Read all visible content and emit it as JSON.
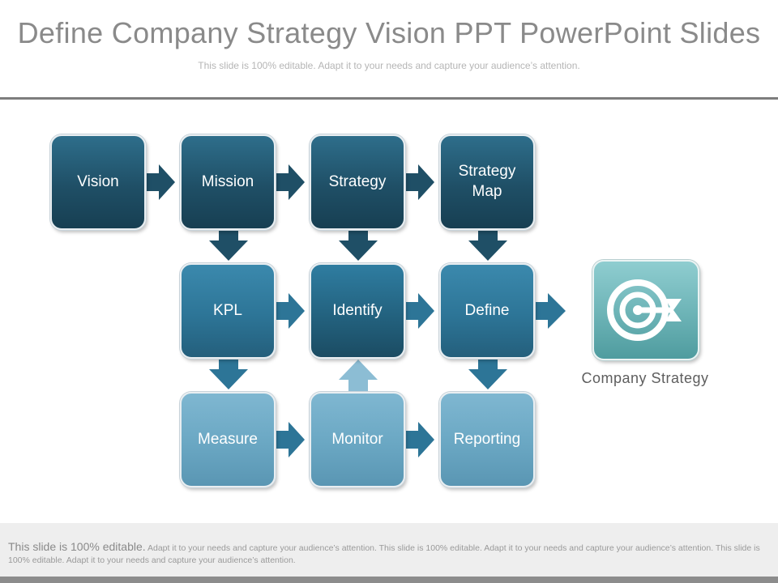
{
  "slide": {
    "title": "Define Company Strategy Vision PPT PowerPoint Slides",
    "subtitle": "This slide is 100% editable. Adapt it to your needs and capture your audience’s attention."
  },
  "diagram": {
    "nodes": [
      {
        "id": "vision",
        "label": "Vision",
        "tone": "dark"
      },
      {
        "id": "mission",
        "label": "Mission",
        "tone": "dark"
      },
      {
        "id": "strategy",
        "label": "Strategy",
        "tone": "dark"
      },
      {
        "id": "strategy-map",
        "label": "Strategy Map",
        "tone": "dark"
      },
      {
        "id": "kpl",
        "label": "KPL",
        "tone": "mid"
      },
      {
        "id": "identify",
        "label": "Identify",
        "tone": "mid"
      },
      {
        "id": "define",
        "label": "Define",
        "tone": "mid"
      },
      {
        "id": "measure",
        "label": "Measure",
        "tone": "light"
      },
      {
        "id": "monitor",
        "label": "Monitor",
        "tone": "light"
      },
      {
        "id": "reporting",
        "label": "Reporting",
        "tone": "light"
      }
    ],
    "edges": [
      [
        "vision",
        "mission"
      ],
      [
        "mission",
        "strategy"
      ],
      [
        "strategy",
        "strategy-map"
      ],
      [
        "mission",
        "kpl"
      ],
      [
        "strategy",
        "identify"
      ],
      [
        "strategy-map",
        "define"
      ],
      [
        "kpl",
        "identify"
      ],
      [
        "identify",
        "define"
      ],
      [
        "define",
        "company-strategy"
      ],
      [
        "kpl",
        "measure"
      ],
      [
        "define",
        "reporting"
      ],
      [
        "measure",
        "monitor"
      ],
      [
        "monitor",
        "identify"
      ],
      [
        "monitor",
        "reporting"
      ]
    ],
    "target": {
      "label": "Company Strategy",
      "icon": "target-arrow-icon"
    }
  },
  "footer": {
    "lead": "This slide is 100% editable.",
    "text": "Adapt it to your needs and capture your audience’s attention. This slide is 100% editable. Adapt it to your needs and capture your audience’s attention. This slide is 100% editable. Adapt it to your needs and capture your audience’s attention."
  },
  "colors": {
    "dark": "#1f4f66",
    "mid": "#2d7597",
    "light": "#6aa7c3",
    "target": "#6cb3b6",
    "arrow_dark": "#1f4f66",
    "arrow_mid": "#2d7597",
    "arrow_light": "#6aa7c3"
  }
}
